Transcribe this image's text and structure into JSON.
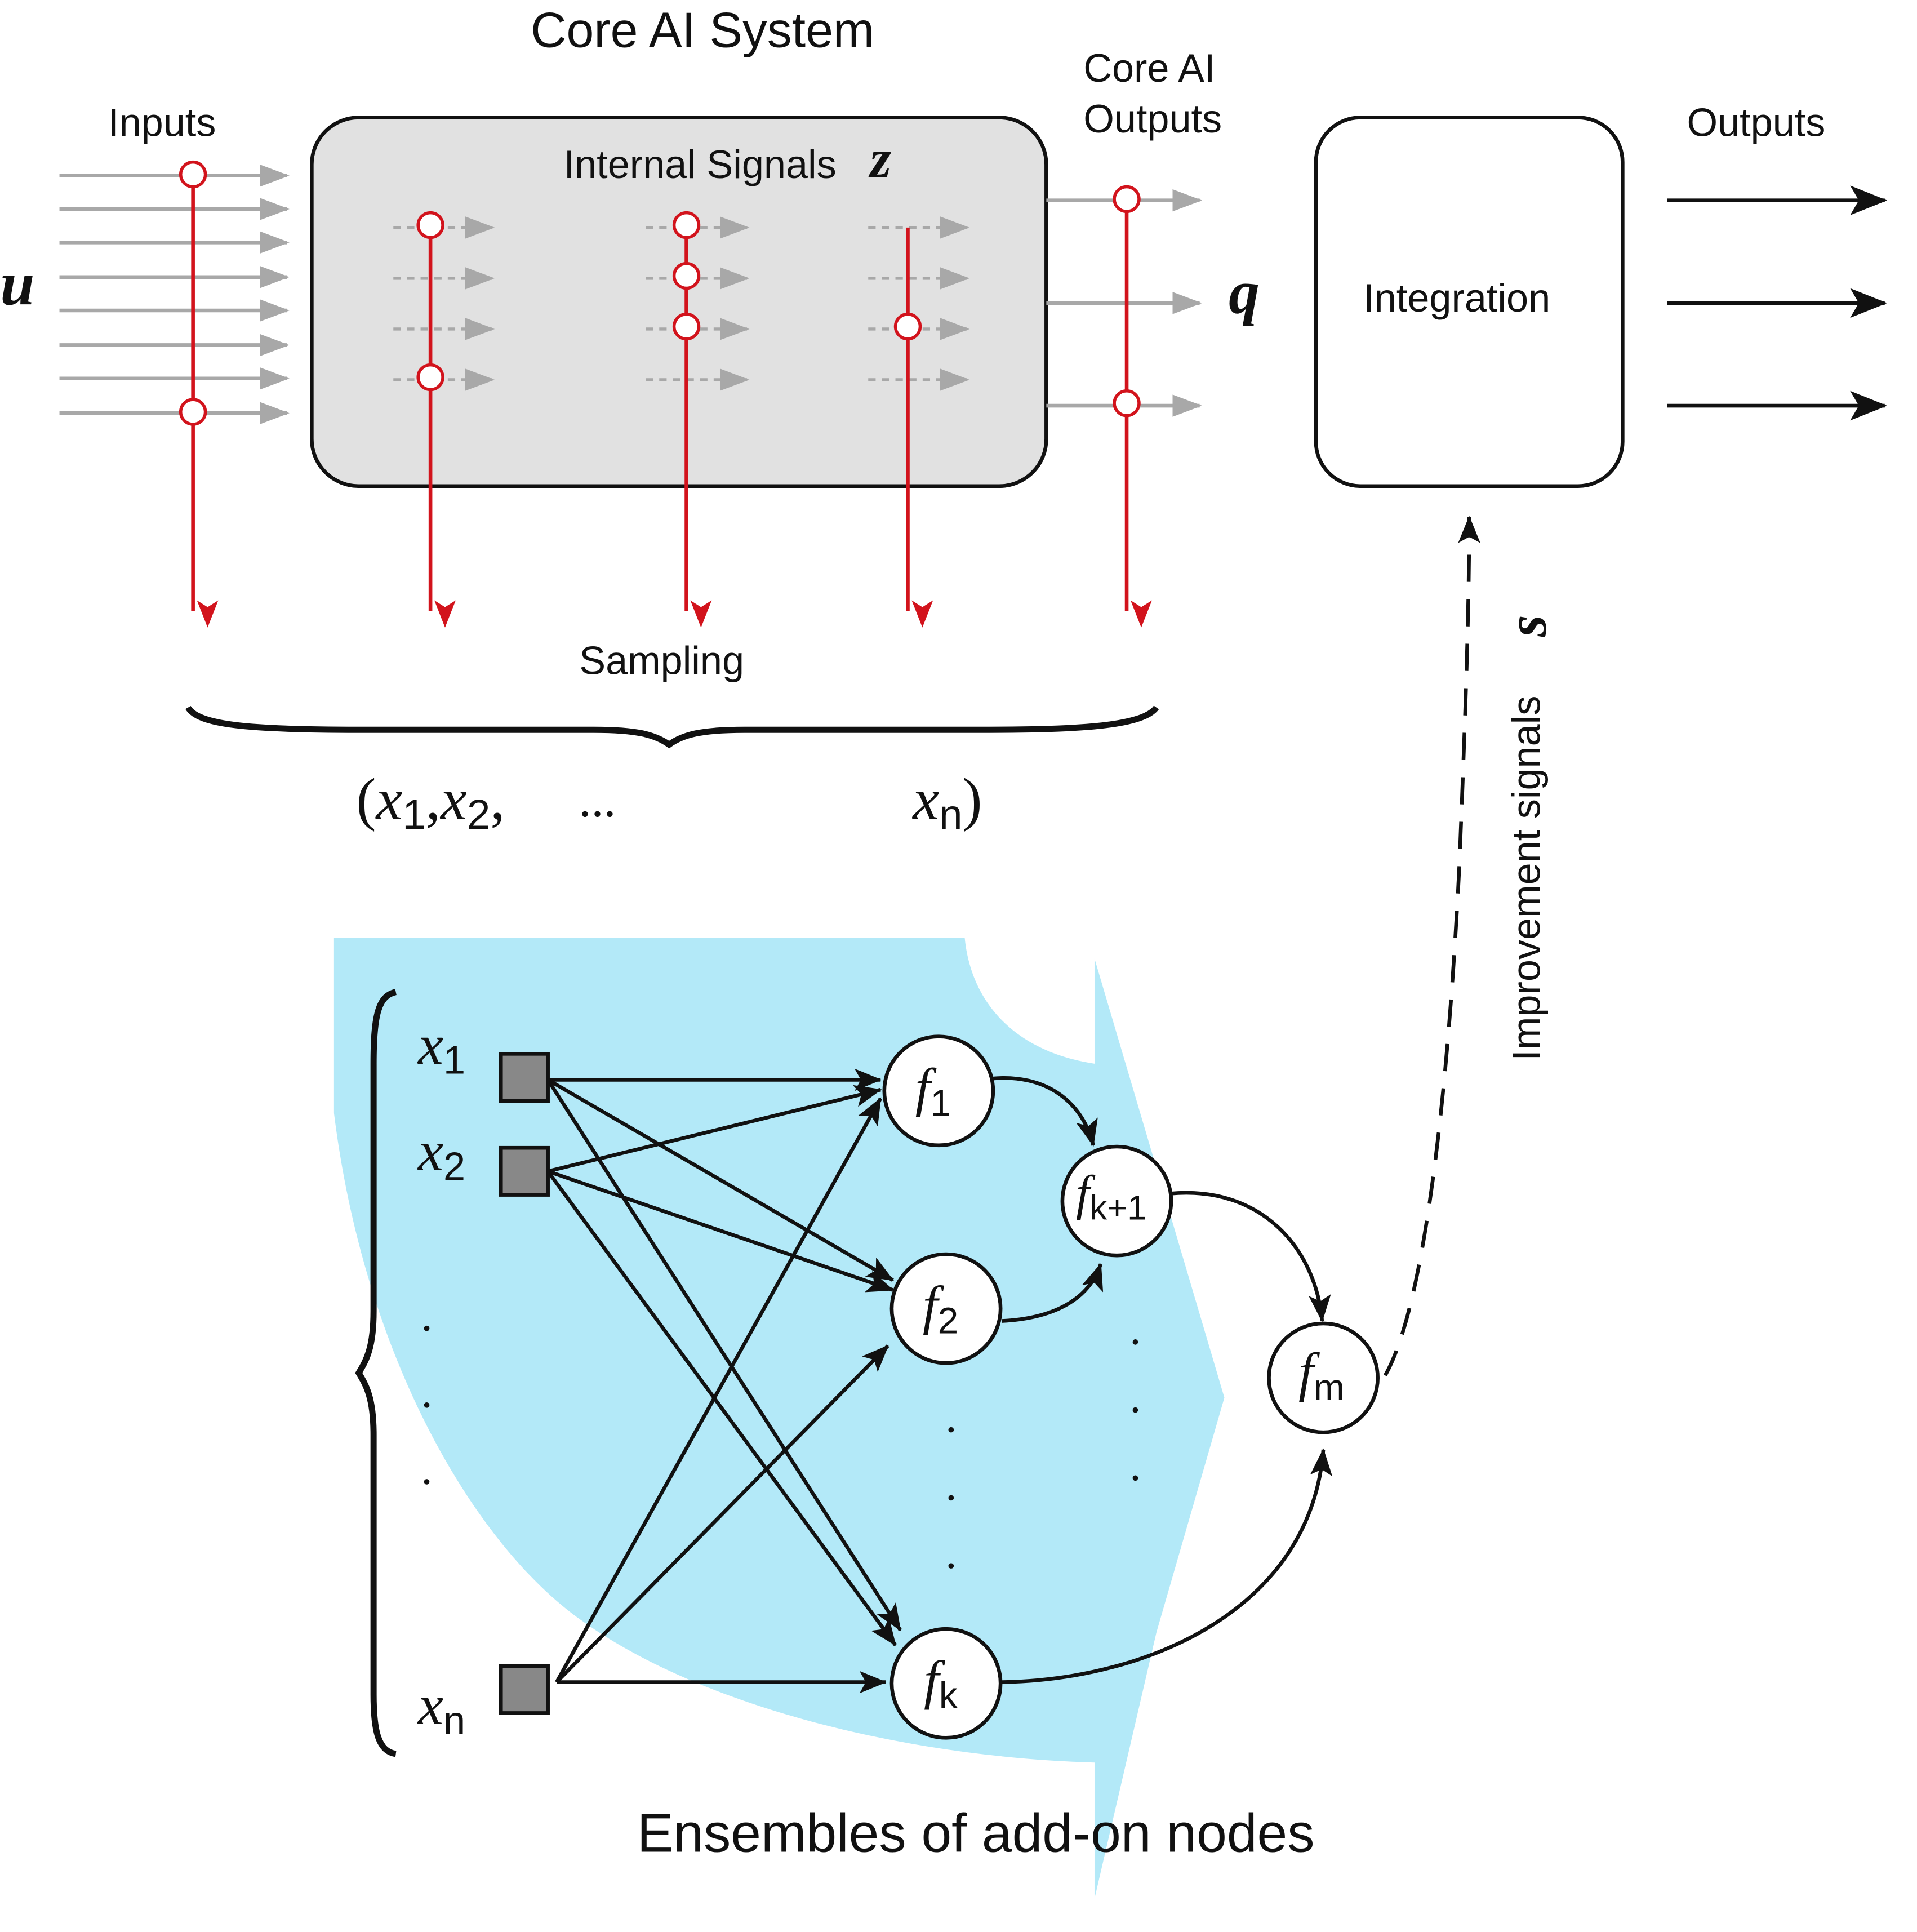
{
  "core_system": {
    "title": "Core AI System",
    "internal_signals_label": "Internal Signals",
    "internal_signals_symbol": "z"
  },
  "inputs": {
    "label": "Inputs",
    "symbol": "u"
  },
  "core_outputs": {
    "label_line1": "Core AI",
    "label_line2": "Outputs",
    "symbol": "q"
  },
  "integration": {
    "label": "Integration"
  },
  "outputs": {
    "label": "Outputs"
  },
  "sampling": {
    "label": "Sampling",
    "tuple_open": "(",
    "x1": "x",
    "x1_sub": "1",
    "x2": "x",
    "x2_sub": "2",
    "ellipsis": "...",
    "xn": "x",
    "xn_sub": "n",
    "tuple_close": ")"
  },
  "improvement": {
    "label": "Improvement signals",
    "symbol": "s"
  },
  "ensemble": {
    "label": "Ensembles of add-on nodes",
    "inputs": [
      {
        "name": "x",
        "sub": "1"
      },
      {
        "name": "x",
        "sub": "2"
      },
      {
        "name": "x",
        "sub": "n"
      }
    ],
    "nodes": [
      {
        "id": "f1",
        "name": "f",
        "sub": "1"
      },
      {
        "id": "f2",
        "name": "f",
        "sub": "2"
      },
      {
        "id": "fk",
        "name": "f",
        "sub": "k"
      },
      {
        "id": "fk1",
        "name": "f",
        "sub": "k+1"
      },
      {
        "id": "fm",
        "name": "f",
        "sub": "m"
      }
    ]
  },
  "colors": {
    "core_box_fill": "#e1e1e1",
    "sampling_red": "#d2131c",
    "gray_arrow": "#a8a8a8",
    "ensemble_region": "#b3e9f8",
    "input_square": "#888888"
  }
}
